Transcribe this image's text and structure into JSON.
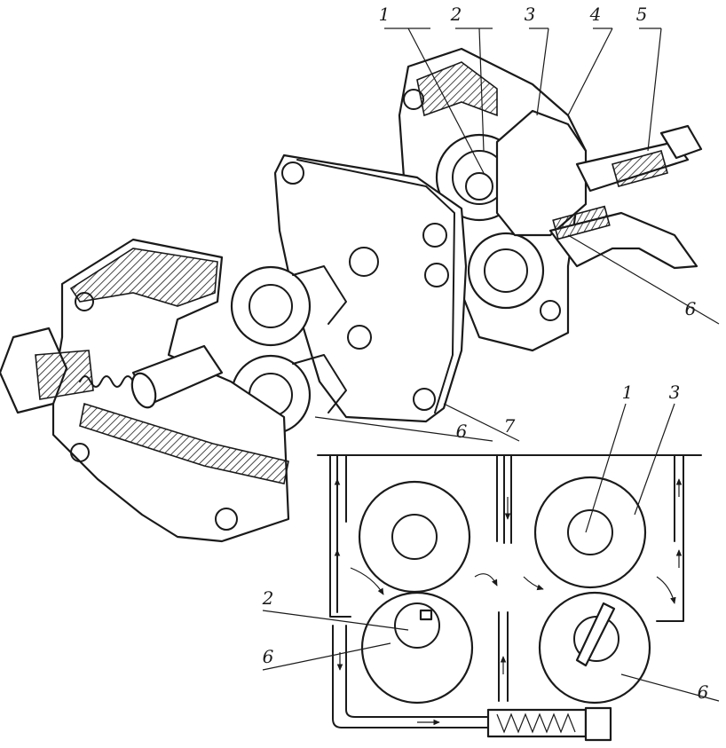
{
  "callouts": {
    "top_1": "1",
    "top_2": "2",
    "top_3": "3",
    "top_4": "4",
    "top_5": "5",
    "top_6": "6",
    "mid_6": "6",
    "mid_7": "7",
    "bot_1": "1",
    "bot_3": "3",
    "bot_2": "2",
    "bot_6_left": "6",
    "bot_6_right": "6"
  },
  "colors": {
    "ink": "#1a1a1a",
    "paper": "#ffffff"
  },
  "icons": {
    "flow_arrow": "arrow-icon",
    "gear": "gear-icon",
    "spring": "spring-icon"
  }
}
